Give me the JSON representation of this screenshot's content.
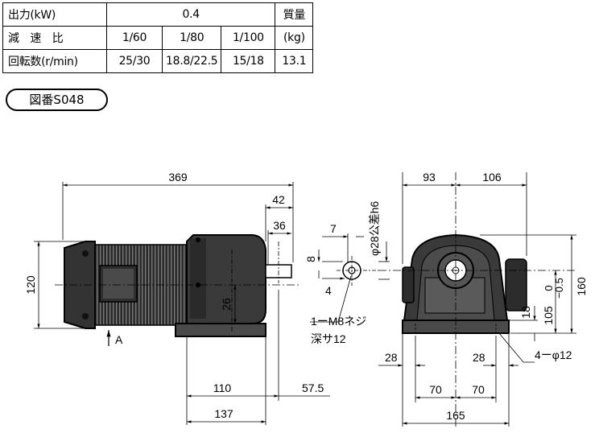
{
  "spec_table": {
    "rows": [
      {
        "label": "出力(kW)",
        "cells": [
          "0.4"
        ],
        "extra": "質量"
      },
      {
        "label": "減　速　比",
        "cells": [
          "1/60",
          "1/80",
          "1/100"
        ],
        "extra": "(kg)"
      },
      {
        "label": "回転数(r/min)",
        "cells": [
          "25/30",
          "18.8/22.5",
          "15/18"
        ],
        "extra": "13.1"
      }
    ]
  },
  "drawing_number": "図番S048",
  "side_view": {
    "dims": {
      "overall_length": "369",
      "shaft_length": "42",
      "shaft_key": "36",
      "height": "120",
      "shaft_center": "26",
      "base_front": "110",
      "base_length": "137",
      "shaft_offset": "57.5"
    },
    "arrow_label": "A"
  },
  "shaft_detail": {
    "dims": {
      "key_width": "7",
      "key_height": "8",
      "key_depth": "4"
    },
    "tolerance_label": "φ28公差h6",
    "tap_note_line1": "1ーM8ネジ",
    "tap_note_line2": "深サ12"
  },
  "front_view": {
    "dims": {
      "left_half": "93",
      "right_half": "106",
      "total_height": "160",
      "center_height": "105",
      "tol_upper": "0",
      "tol_lower": "−0.5",
      "base_thickness": "18",
      "foot_left": "28",
      "foot_right": "28",
      "hole_pitch_left": "70",
      "hole_pitch_right": "70",
      "base_width": "165"
    },
    "hole_label": "4ーφ12"
  }
}
